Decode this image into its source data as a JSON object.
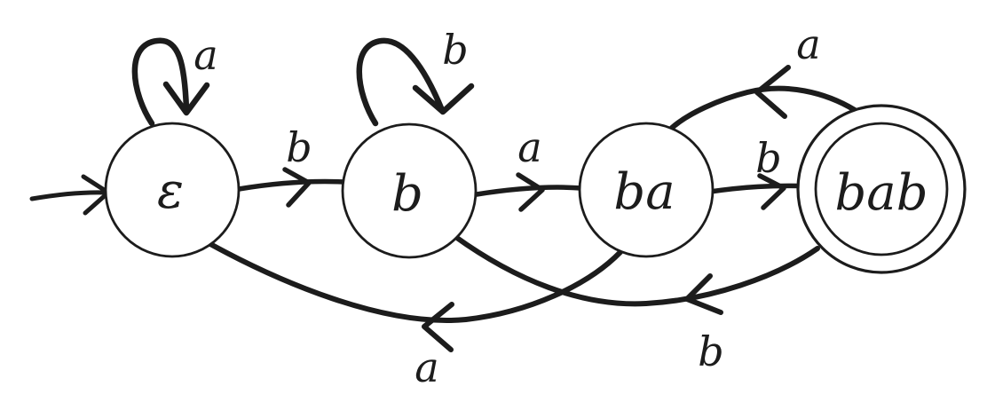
{
  "diagram": {
    "type": "finite-state-automaton",
    "description": "Hand-drawn DFA for matching the pattern 'bab' over alphabet {a, b}",
    "ink_color": "#1c1c1c",
    "background_color": "#ffffff",
    "alphabet": [
      "a",
      "b"
    ],
    "start_arrow": {
      "points_to": "ε"
    },
    "states": [
      {
        "id": "epsilon",
        "label": "ε",
        "accepting": false,
        "is_start": true
      },
      {
        "id": "b",
        "label": "b",
        "accepting": false,
        "is_start": false
      },
      {
        "id": "ba",
        "label": "ba",
        "accepting": false,
        "is_start": false
      },
      {
        "id": "bab",
        "label": "bab",
        "accepting": true,
        "is_start": false
      }
    ],
    "transitions": [
      {
        "from": "ε",
        "to": "ε",
        "symbol": "a",
        "shape": "self-loop-top"
      },
      {
        "from": "ε",
        "to": "b",
        "symbol": "b",
        "shape": "straight"
      },
      {
        "from": "b",
        "to": "b",
        "symbol": "b",
        "shape": "self-loop-top"
      },
      {
        "from": "b",
        "to": "ba",
        "symbol": "a",
        "shape": "straight"
      },
      {
        "from": "ba",
        "to": "bab",
        "symbol": "b",
        "shape": "straight"
      },
      {
        "from": "bab",
        "to": "ba",
        "symbol": "a",
        "shape": "arc-over-top"
      },
      {
        "from": "ba",
        "to": "ε",
        "symbol": "a",
        "shape": "arc-under-bottom"
      },
      {
        "from": "bab",
        "to": "b",
        "symbol": "b",
        "shape": "arc-under-bottom"
      }
    ]
  }
}
